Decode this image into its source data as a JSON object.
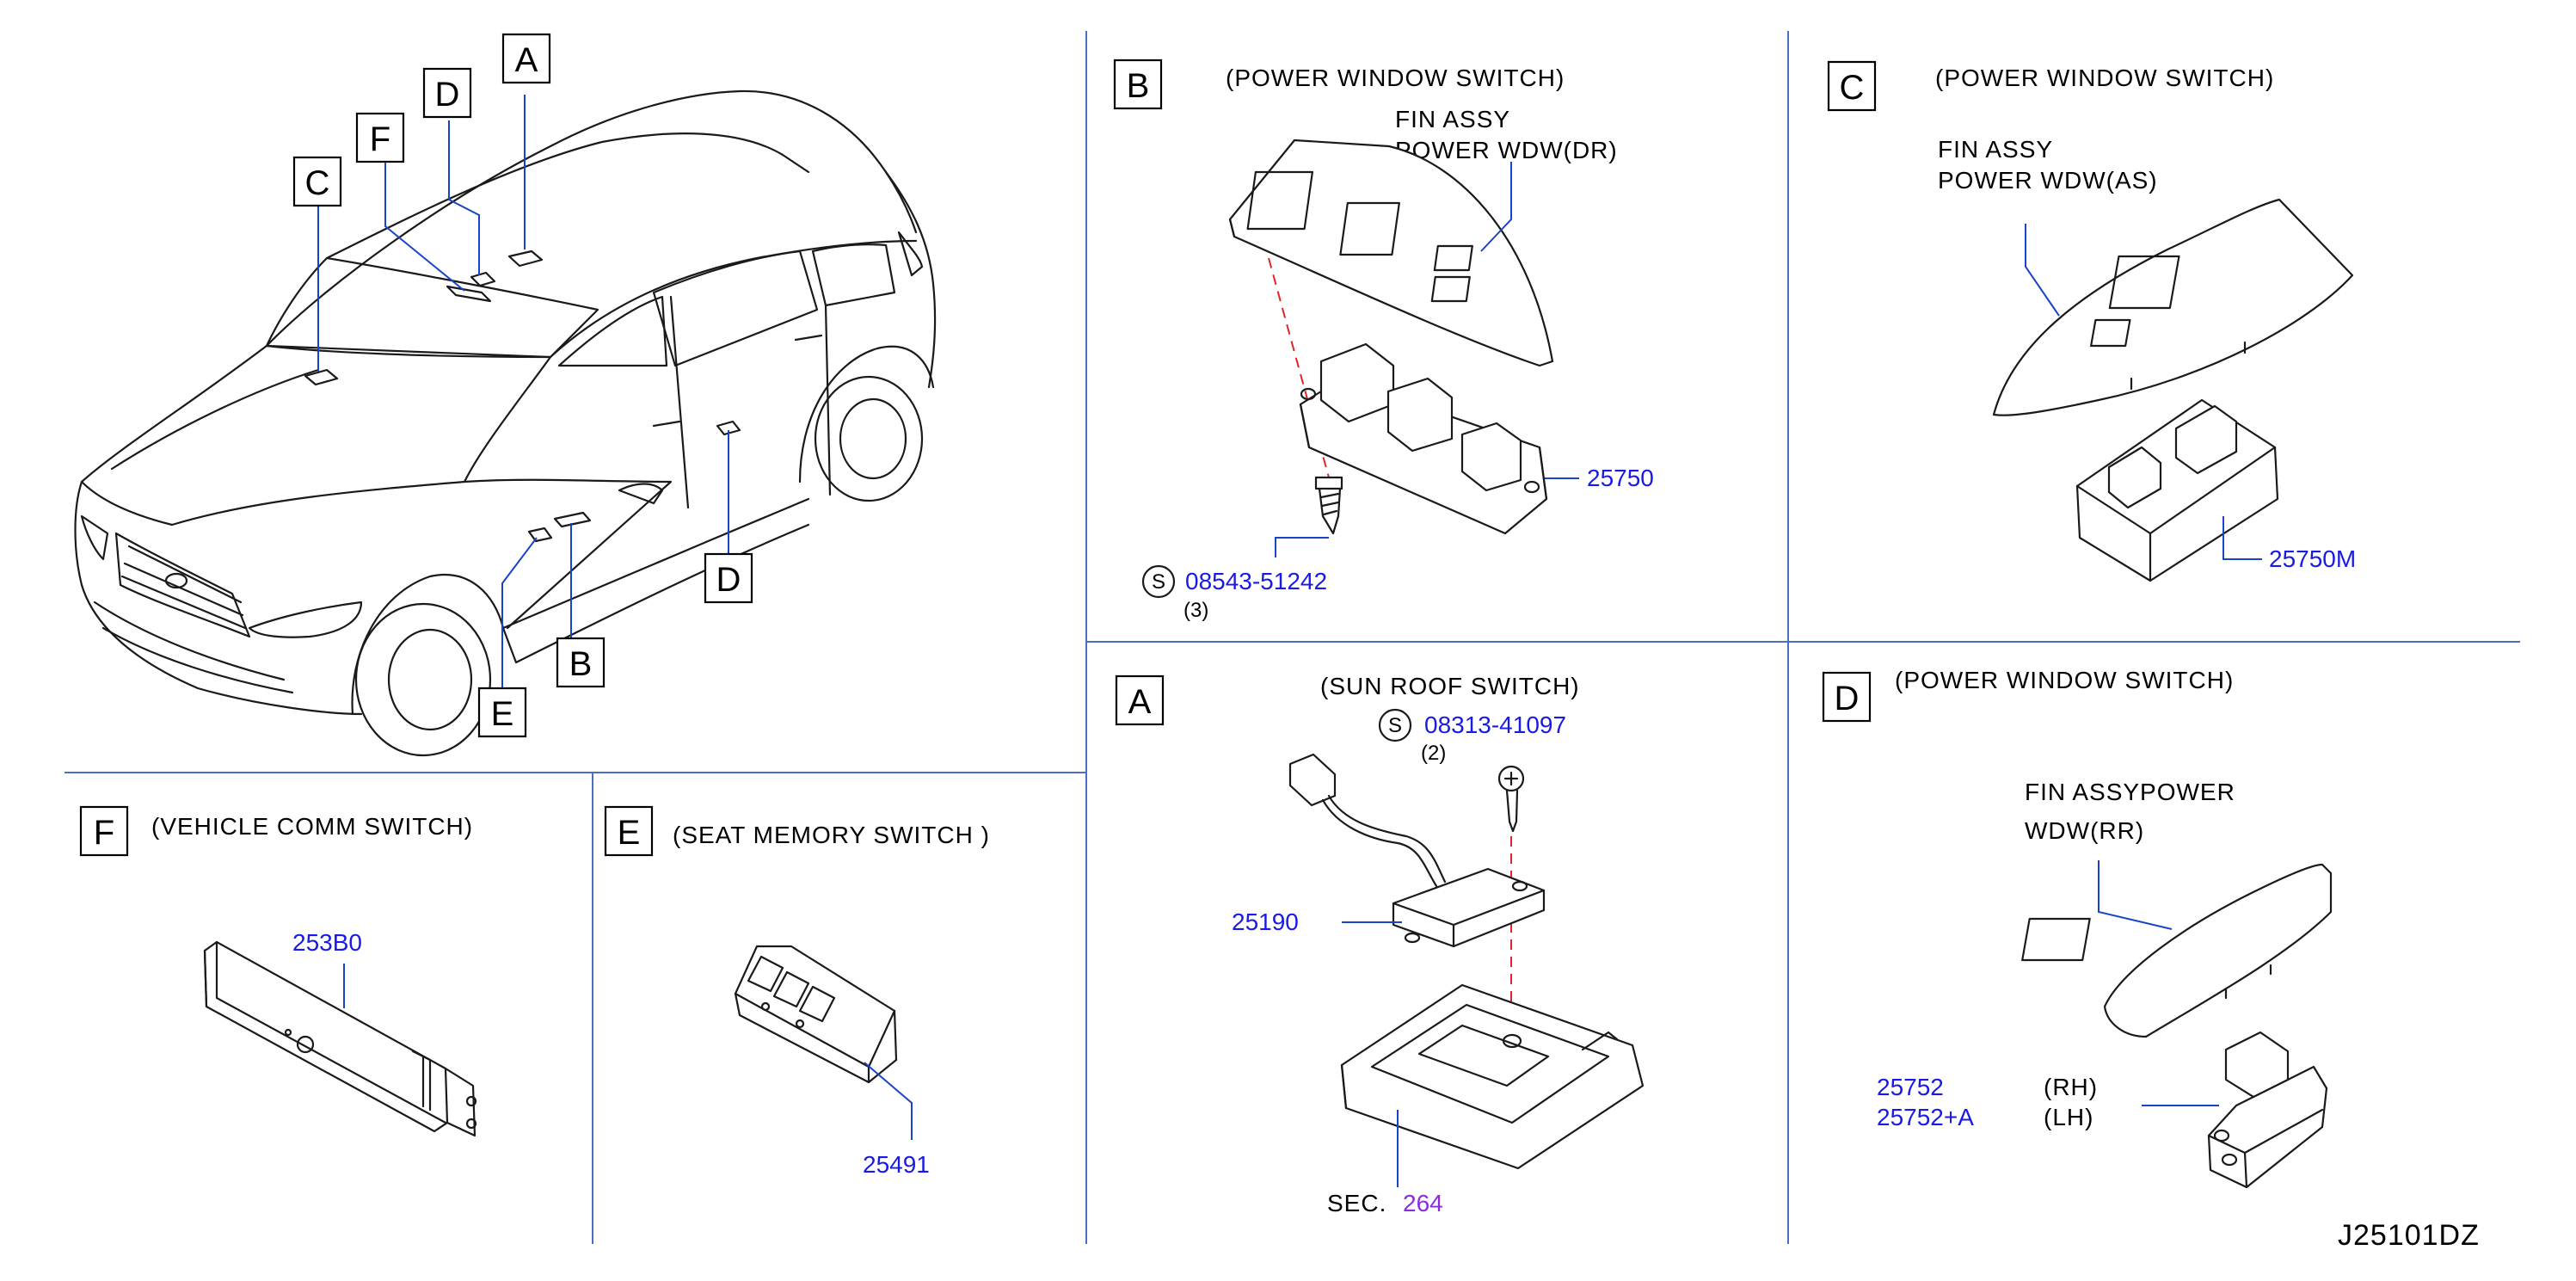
{
  "diagram_id": "J25101DZ",
  "car": {
    "callouts": [
      "A",
      "D",
      "F",
      "C",
      "D",
      "E",
      "B"
    ]
  },
  "panel_b": {
    "letter": "B",
    "title": "(POWER   WINDOW   SWITCH)",
    "label_line1": "FIN   ASSY",
    "label_line2": "POWER   WDW(DR)",
    "part_number": "25750",
    "screw_symbol": "S",
    "screw_part": "08543-51242",
    "screw_qty": "(3)"
  },
  "panel_c": {
    "letter": "C",
    "title": "(POWER   WINDOW   SWITCH)",
    "label_line1": "FIN   ASSY",
    "label_line2": "POWER   WDW(AS)",
    "part_number": "25750M"
  },
  "panel_a": {
    "letter": "A",
    "title": "(SUN   ROOF   SWITCH)",
    "screw_symbol": "S",
    "screw_part": "08313-41097",
    "screw_qty": "(2)",
    "part_number": "25190",
    "sec_label": "SEC.",
    "sec_number": "264"
  },
  "panel_d": {
    "letter": "D",
    "title": "(POWER   WINDOW   SWITCH)",
    "label_line1": "FIN   ASSYPOWER",
    "label_line2": "WDW(RR)",
    "part_rh": "25752",
    "part_lh": "25752+A",
    "rh": "(RH)",
    "lh": "(LH)"
  },
  "panel_f": {
    "letter": "F",
    "title": "(VEHICLE   COMM   SWITCH)",
    "part_number": "253B0"
  },
  "panel_e": {
    "letter": "E",
    "title": "(SEAT   MEMORY   SWITCH )",
    "part_number": "25491"
  },
  "colors": {
    "part_number": "#1a1ae6",
    "section_ref": "#8a2be2",
    "grid_line": "#4a6fc1",
    "dash_line": "#e0262b"
  }
}
